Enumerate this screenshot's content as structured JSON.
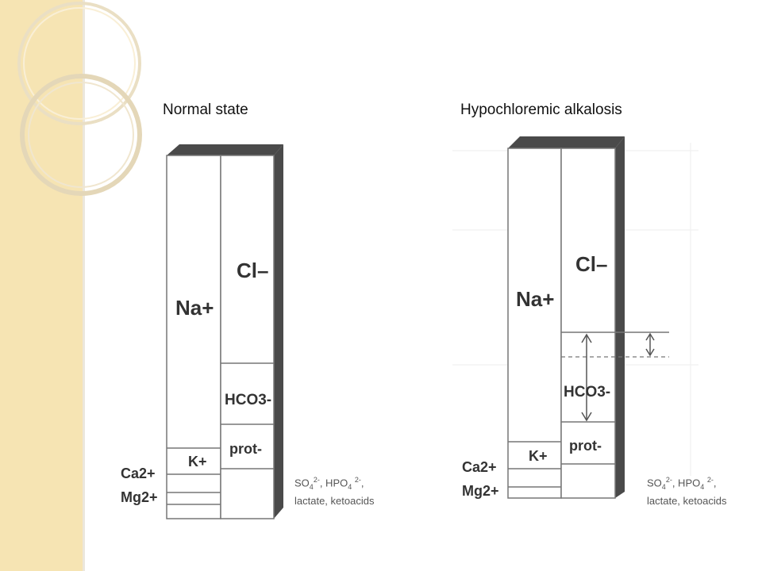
{
  "titles": {
    "left": "Normal state",
    "right": "Hypochloremic alkalosis"
  },
  "diagram_left": {
    "na": "Na+",
    "cl": "Cl–",
    "hco3": "HCO3-",
    "prot": "prot-",
    "k": "K+",
    "ca": "Ca2+",
    "mg": "Mg2+"
  },
  "diagram_right": {
    "na": "Na+",
    "cl": "Cl–",
    "hco3": "HCO3-",
    "prot": "prot-",
    "k": "K+",
    "ca": "Ca2+",
    "mg": "Mg2+"
  },
  "note": {
    "line1_base1": "SO",
    "line1_sub1": "4",
    "line1_sup1": "2-",
    "line1_mid": ", HPO",
    "line1_sub2": "4",
    "line1_sup2": "2-",
    "line1_end": ",",
    "line2": "lactate, ketoacids"
  },
  "colors": {
    "strip": "#f6e4b3",
    "ring": "#e8dcc0",
    "bar_shadow": "#4a4a4a",
    "line": "#777777"
  }
}
